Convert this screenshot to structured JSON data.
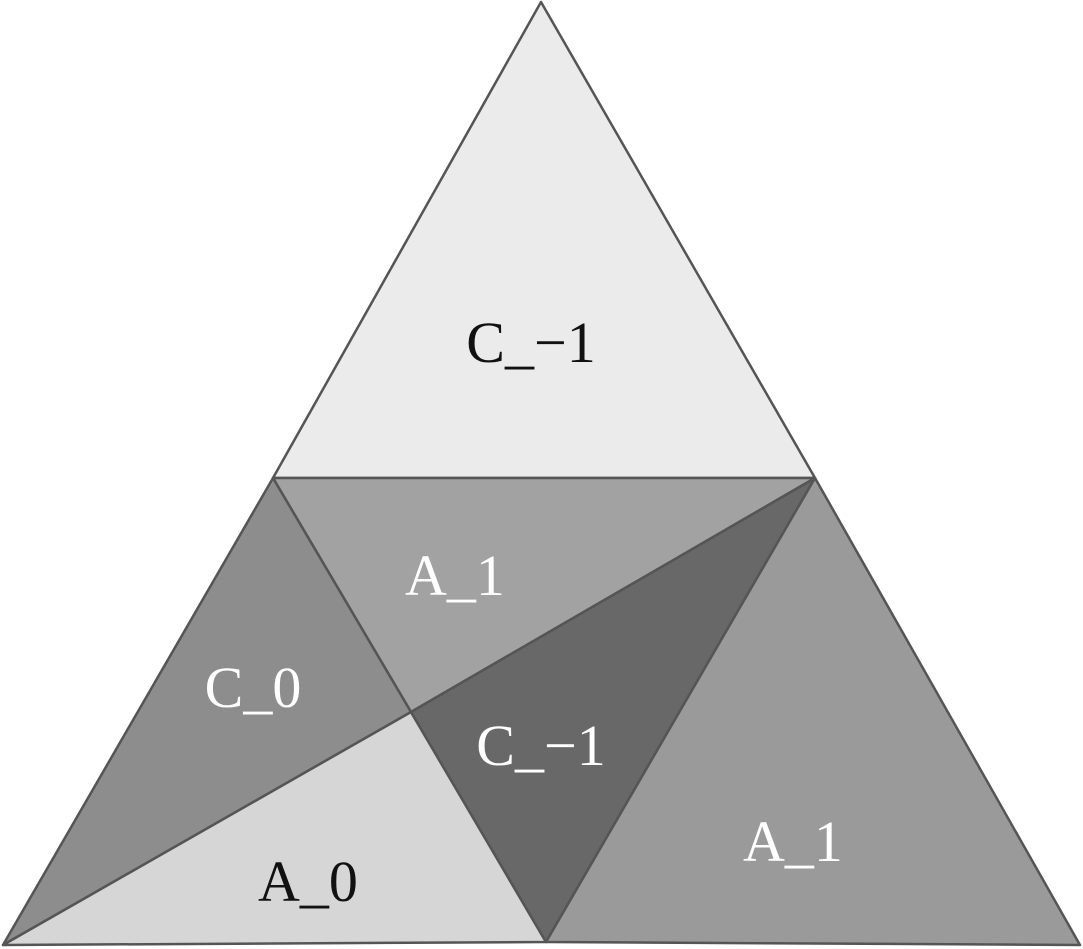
{
  "regions": [
    {
      "id": "top",
      "label": "C_−1",
      "fill": "#ebebeb",
      "text_color": "#111111"
    },
    {
      "id": "upper-middle",
      "label": "A_1",
      "fill": "#a2a2a2",
      "text_color": "#ffffff"
    },
    {
      "id": "left",
      "label": "C_0",
      "fill": "#8d8d8d",
      "text_color": "#ffffff"
    },
    {
      "id": "center",
      "label": "C_−1",
      "fill": "#686868",
      "text_color": "#ffffff"
    },
    {
      "id": "right",
      "label": "A_1",
      "fill": "#9a9a9a",
      "text_color": "#ffffff"
    },
    {
      "id": "bottom-left",
      "label": "A_0",
      "fill": "#d6d6d6",
      "text_color": "#111111"
    }
  ]
}
